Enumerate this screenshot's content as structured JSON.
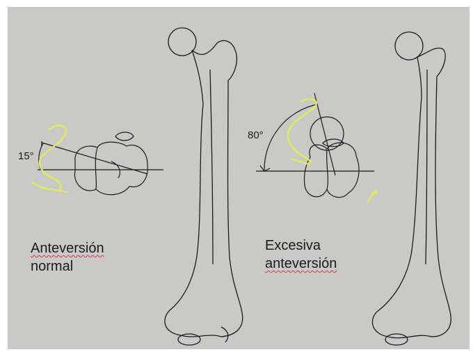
{
  "labels": {
    "angle_normal": "15°",
    "angle_excessive": "80°",
    "caption_normal_line1": "Anteversión",
    "caption_normal_line2": "normal",
    "caption_excessive_line1": "Excesiva",
    "caption_excessive_line2": "anteversión"
  },
  "colors": {
    "page_background": "#ffffff",
    "paper": "#c9c9c7",
    "ink": "#1a1a1a",
    "highlight_yellow": "#e2ec52",
    "spellcheck_underline": "#d23a3a"
  }
}
